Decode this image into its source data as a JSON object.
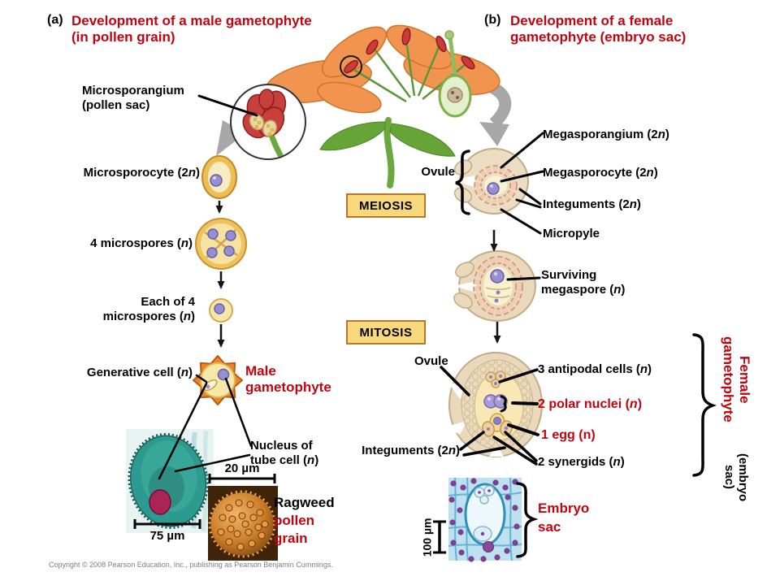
{
  "colors": {
    "accent_red": "#c00510",
    "process_box_fill": "#f8d87c",
    "process_box_border": "#b5782a",
    "arrow_gray": "#a7a7a7"
  },
  "header": {
    "a_tag": "(a)",
    "a_title": "Development of a male gametophyte (in pollen grain)",
    "b_tag": "(b)",
    "b_title": "Development of a female gametophyte (embryo sac)"
  },
  "process": {
    "meiosis": "MEIOSIS",
    "mitosis": "MITOSIS"
  },
  "male": {
    "microsporangium_line1": "Microsporangium",
    "microsporangium_line2": "(pollen sac)",
    "microsporocyte": "Microsporocyte (2n)",
    "four_microspores": "4 microspores (n)",
    "each_line1": "Each of 4",
    "each_line2": "microspores (n)",
    "generative_cell": "Generative cell (n)",
    "male_gametophyte_line1": "Male",
    "male_gametophyte_line2": "gametophyte",
    "nucleus_line1": "Nucleus of",
    "nucleus_line2": "tube cell (n)",
    "scale_20": "20 µm",
    "scale_75": "75 µm",
    "ragweed_line1": "Ragweed",
    "ragweed_line2": "pollen",
    "ragweed_line3": "grain"
  },
  "female": {
    "ovule_top": "Ovule",
    "megasporangium": "Megasporangium (2n)",
    "megasporocyte": "Megasporocyte (2n)",
    "integuments_top": "Integuments (2n)",
    "micropyle": "Micropyle",
    "surviving_line1": "Surviving",
    "surviving_line2": "megaspore (n)",
    "ovule_bottom": "Ovule",
    "antipodal": "3 antipodal cells (n)",
    "polar": "2 polar nuclei (n)",
    "egg": "1 egg (n)",
    "synergids": "2 synergids (n)",
    "integuments_bottom": "Integuments (2n)",
    "female_gametophyte": "Female gametophyte",
    "embryo_sac_sub": "(embryo sac)",
    "embryo_line1": "Embryo",
    "embryo_line2": "sac",
    "scale_100": "100 µm"
  },
  "footer": {
    "copyright": "Copyright © 2008 Pearson Education, Inc., publishing as Pearson Benjamin Cummings."
  }
}
